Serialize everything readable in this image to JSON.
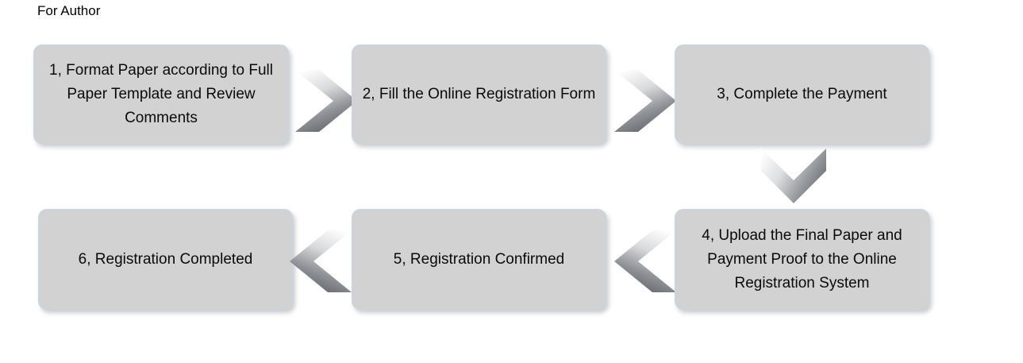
{
  "page": {
    "title": "For Author",
    "background_color": "#ffffff"
  },
  "diagram": {
    "type": "flowchart",
    "box_fill_color": "#d2d2d2",
    "box_border_color": "#c6d6e3",
    "arrow_gradient_from": "#ffffff",
    "arrow_gradient_to": "#6e7175",
    "text_color": "#0a0a0a",
    "nodes": [
      {
        "id": "1",
        "label": "1, Format Paper according to Full Paper Template and Review Comments"
      },
      {
        "id": "2",
        "label": "2, Fill the Online Registration Form"
      },
      {
        "id": "3",
        "label": "3, Complete the Payment"
      },
      {
        "id": "4",
        "label": "4, Upload the Final Paper and Payment Proof to the Online Registration System"
      },
      {
        "id": "5",
        "label": "5, Registration Confirmed"
      },
      {
        "id": "6",
        "label": "6, Registration Completed"
      }
    ],
    "arrows": [
      {
        "id": "1-2",
        "from": "1",
        "to": "2",
        "direction": "right"
      },
      {
        "id": "2-3",
        "from": "2",
        "to": "3",
        "direction": "right"
      },
      {
        "id": "3-4",
        "from": "3",
        "to": "4",
        "direction": "down"
      },
      {
        "id": "4-5",
        "from": "4",
        "to": "5",
        "direction": "left"
      },
      {
        "id": "5-6",
        "from": "5",
        "to": "6",
        "direction": "left"
      }
    ]
  }
}
